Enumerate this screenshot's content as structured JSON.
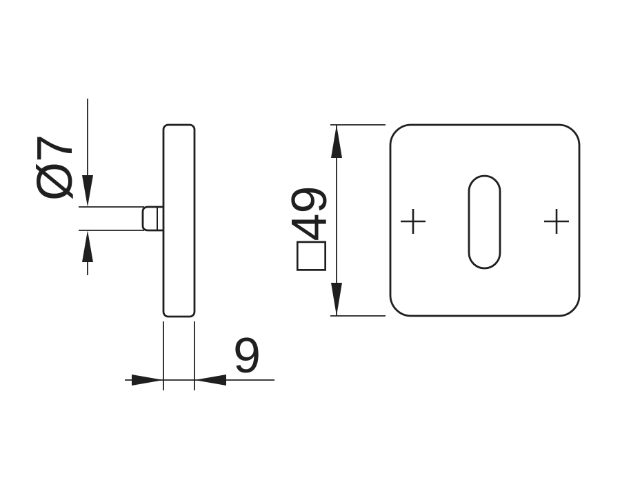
{
  "drawing": {
    "line_color": "#1f1f1f",
    "background_color": "#ffffff",
    "dimensions": {
      "pin_diameter_label": "Ø7",
      "plate_size_label": "□49",
      "plate_thickness_label": "9"
    }
  }
}
